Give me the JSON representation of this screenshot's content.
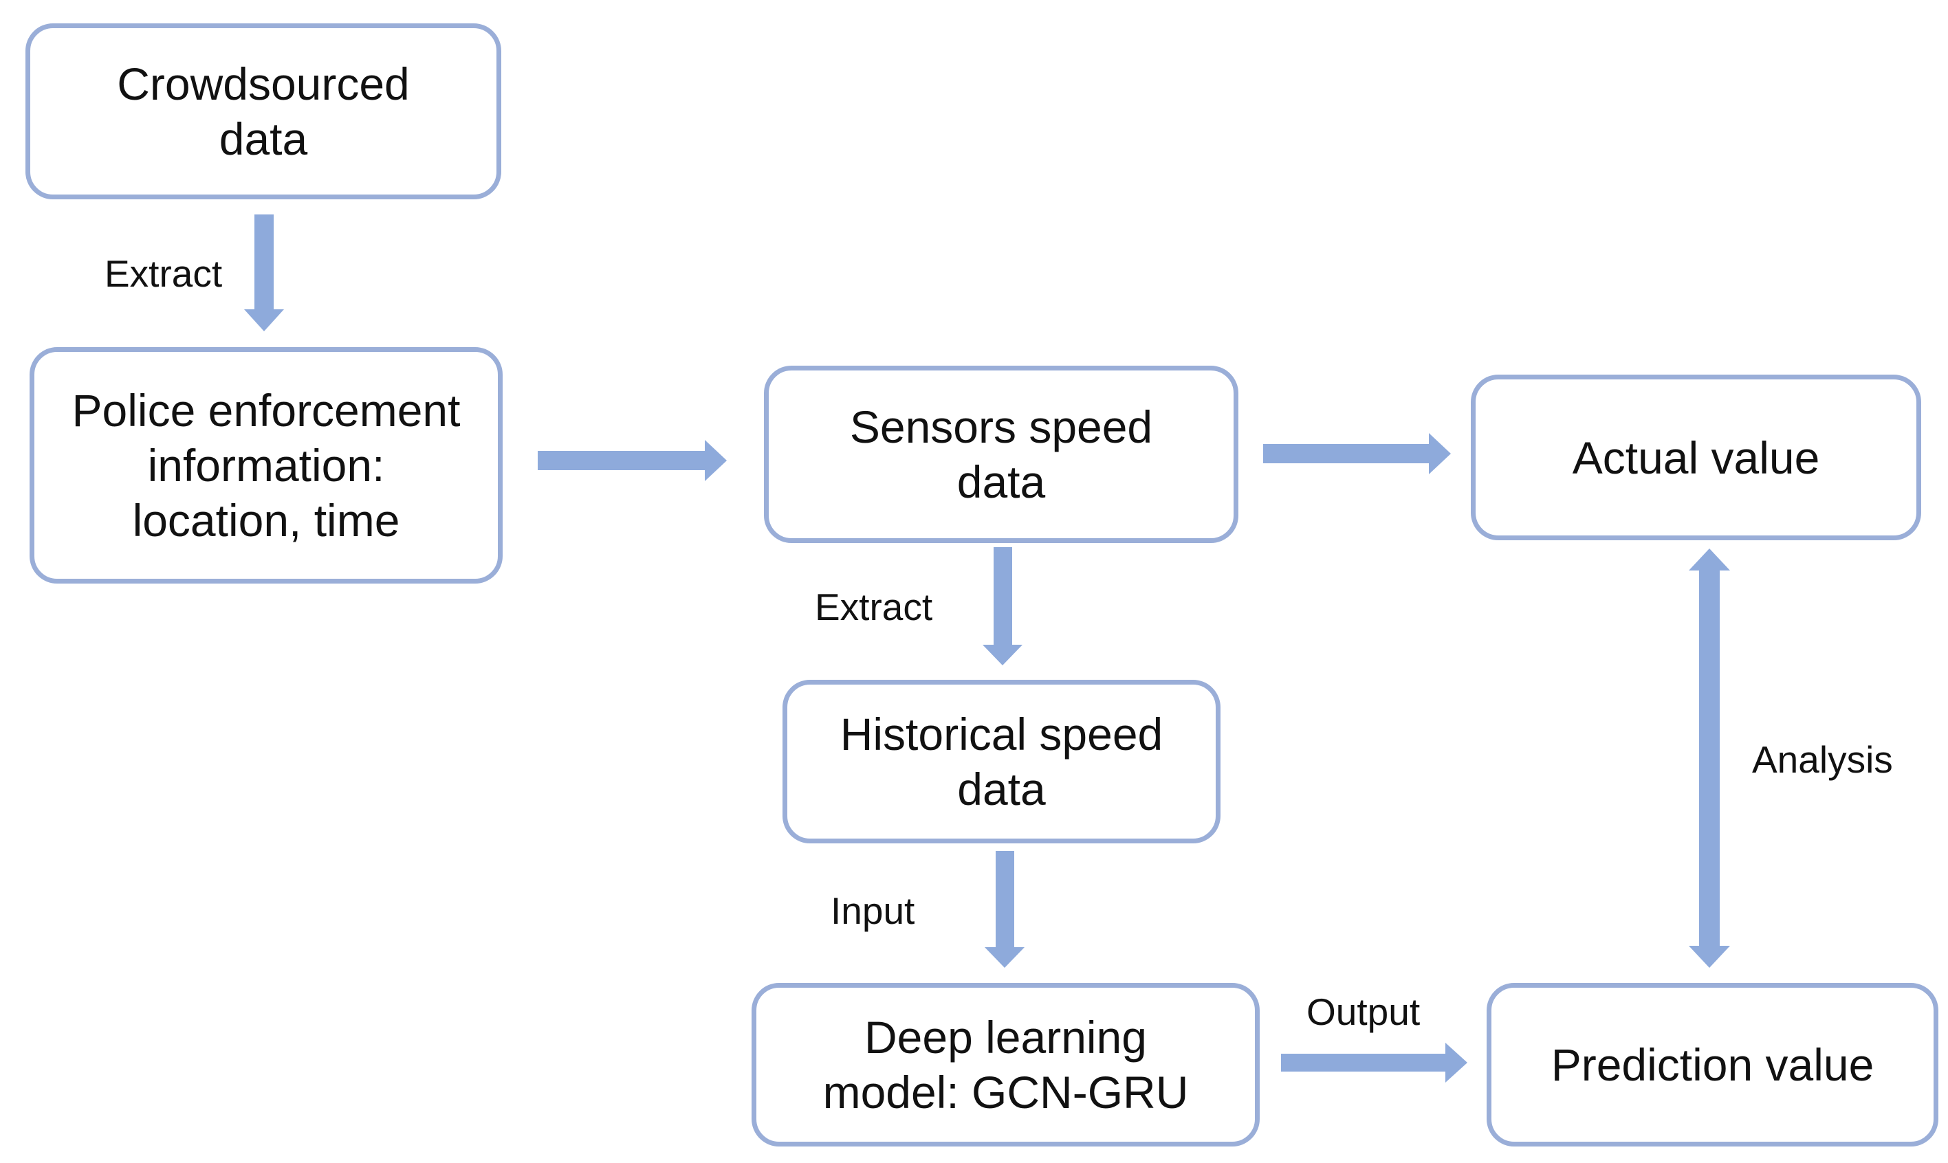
{
  "boxes": {
    "crowdsourced": "Crowdsourced\ndata",
    "police": "Police enforcement\ninformation:\nlocation, time",
    "sensors": "Sensors speed\ndata",
    "actual": "Actual value",
    "historical": "Historical speed\ndata",
    "deep_learning": "Deep learning\nmodel: GCN-GRU",
    "prediction": "Prediction value"
  },
  "edge_labels": {
    "extract_1": "Extract",
    "extract_2": "Extract",
    "input": "Input",
    "output": "Output",
    "analysis": "Analysis"
  },
  "colors": {
    "box_border": "#9aaed8",
    "arrow": "#8eaadb",
    "text": "#111111"
  }
}
